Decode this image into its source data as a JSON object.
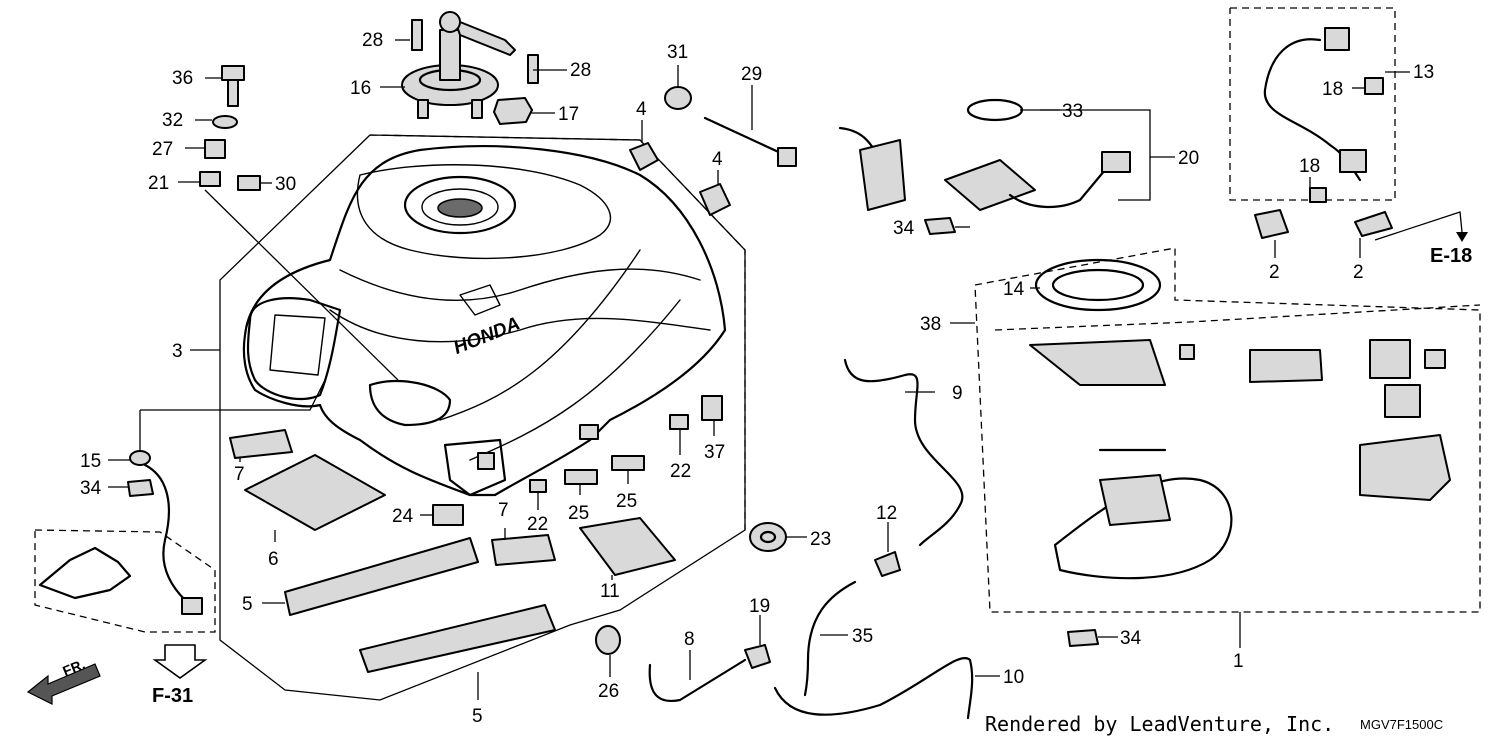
{
  "callouts": {
    "c1": "1",
    "c2a": "2",
    "c2b": "2",
    "c3": "3",
    "c4a": "4",
    "c4b": "4",
    "c5a": "5",
    "c5b": "5",
    "c6": "6",
    "c7a": "7",
    "c7b": "7",
    "c8": "8",
    "c9": "9",
    "c10": "10",
    "c11": "11",
    "c12": "12",
    "c13": "13",
    "c14": "14",
    "c15": "15",
    "c16": "16",
    "c17": "17",
    "c18a": "18",
    "c18b": "18",
    "c19": "19",
    "c20": "20",
    "c21": "21",
    "c22a": "22",
    "c22b": "22",
    "c23": "23",
    "c24": "24",
    "c25a": "25",
    "c25b": "25",
    "c26": "26",
    "c27": "27",
    "c28a": "28",
    "c28b": "28",
    "c29": "29",
    "c30": "30",
    "c31": "31",
    "c32": "32",
    "c33": "33",
    "c34a": "34",
    "c34b": "34",
    "c34c": "34",
    "c35": "35",
    "c36": "36",
    "c37": "37",
    "c38": "38"
  },
  "references": {
    "e18": "E-18",
    "f31": "F-31"
  },
  "front_arrow": "FR.",
  "credit": "Rendered by LeadVenture, Inc.",
  "diagram_code": "MGV7F1500C"
}
